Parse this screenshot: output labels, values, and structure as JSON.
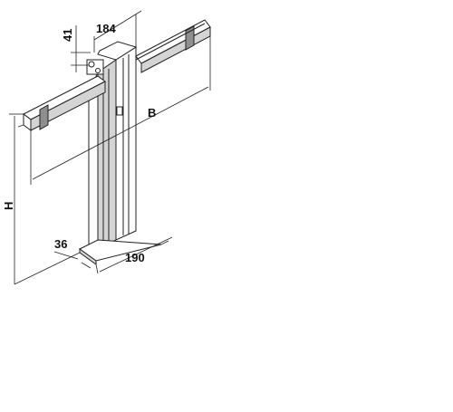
{
  "dimensions": {
    "width_top": "184",
    "bracket_height": "41",
    "beam_length": "B",
    "height": "H",
    "base_depth": "36",
    "base_width": "190"
  }
}
